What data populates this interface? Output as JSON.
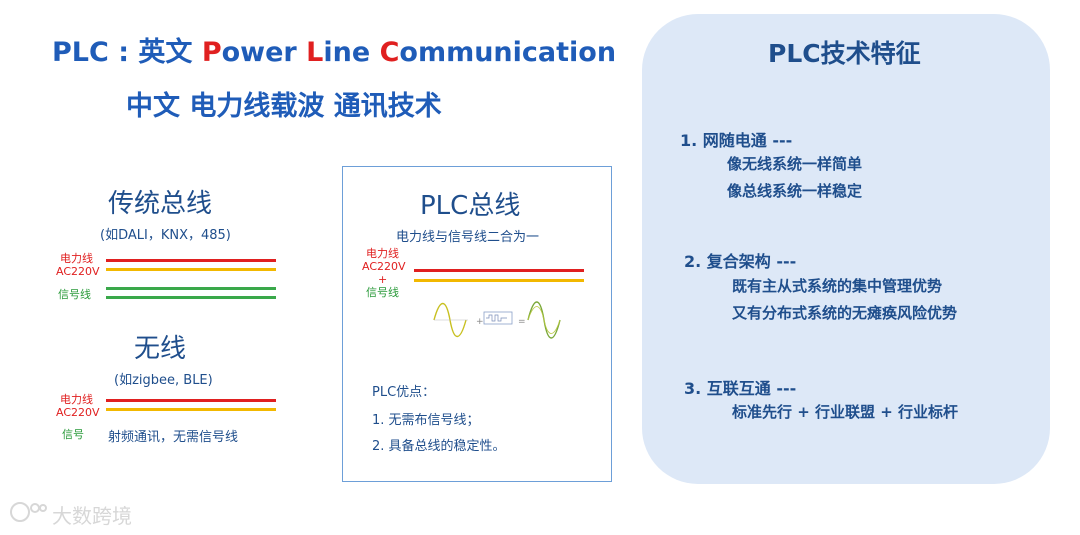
{
  "header": {
    "line1_prefix": "PLC : 英文 ",
    "p": "P",
    "ower": "ower ",
    "l": "L",
    "ine": "ine ",
    "c": "C",
    "ommunication": "ommunication",
    "line2": "中文  电力线载波 通讯技术"
  },
  "traditional": {
    "title": "传统总线",
    "subtitle": "(如DALI，KNX，485)",
    "power_label": "电力线",
    "ac_label": "AC220V",
    "signal_label": "信号线"
  },
  "wireless": {
    "title": "无线",
    "subtitle": "(如zigbee, BLE)",
    "power_label": "电力线",
    "ac_label": "AC220V",
    "signal_label": "信号",
    "note": "射频通讯，无需信号线"
  },
  "plc_bus": {
    "title": "PLC总线",
    "subtitle": "电力线与信号线二合为一",
    "power_label": "电力线",
    "ac_label": "AC220V",
    "plus": "+",
    "signal_label": "信号线",
    "advantages_title": "PLC优点：",
    "advantages": [
      "1. 无需布信号线；",
      "2. 具备总线的稳定性。"
    ]
  },
  "features": {
    "title": "PLC技术特征",
    "items": [
      {
        "heading": "1.  网随电通 ---",
        "lines": [
          "像无线系统一样简单",
          "像总线系统一样稳定"
        ]
      },
      {
        "heading": "2.  复合架构 ---",
        "lines": [
          "既有主从式系统的集中管理优势",
          "又有分布式系统的无瘫痪风险优势"
        ]
      },
      {
        "heading": "3.  互联互通 ---",
        "lines": [
          "标准先行 + 行业联盟 + 行业标杆"
        ]
      }
    ]
  },
  "watermark": "大数跨境",
  "colors": {
    "brand_blue": "#1f5cb8",
    "power_red": "#e02020",
    "power_yellow": "#f2b800",
    "signal_green": "#3aa84a",
    "panel_bg": "#dde8f7"
  }
}
